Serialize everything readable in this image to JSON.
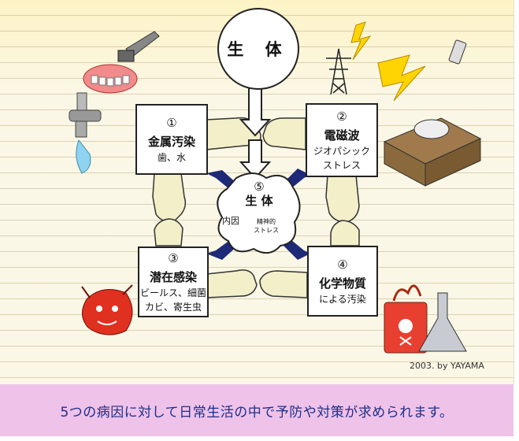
{
  "center_top": {
    "label": "生 体"
  },
  "boxes": [
    {
      "num": "①",
      "title": "金属汚染",
      "sub1": "歯、水",
      "sub2": ""
    },
    {
      "num": "②",
      "title": "電磁波",
      "sub1": "ジオパシック",
      "sub2": "ストレス"
    },
    {
      "num": "③",
      "title": "潜在感染",
      "sub1": "ビールス、細菌",
      "sub2": "カビ、寄生虫"
    },
    {
      "num": "④",
      "title": "化学物質",
      "sub1": "による汚染",
      "sub2": ""
    }
  ],
  "center_blob": {
    "num": "⑤",
    "title": "生 体",
    "inner": "内因",
    "stress": "精神的\nストレス"
  },
  "credit": "2003. by YAYAMA",
  "footer": "5つの病因に対して日常生活の中で予防や対策が求められます。",
  "colors": {
    "arrow": "#1e2a78",
    "footer_bg": "#efc2ea",
    "footer_text": "#1d2f86",
    "arm": "#f3efc9"
  }
}
